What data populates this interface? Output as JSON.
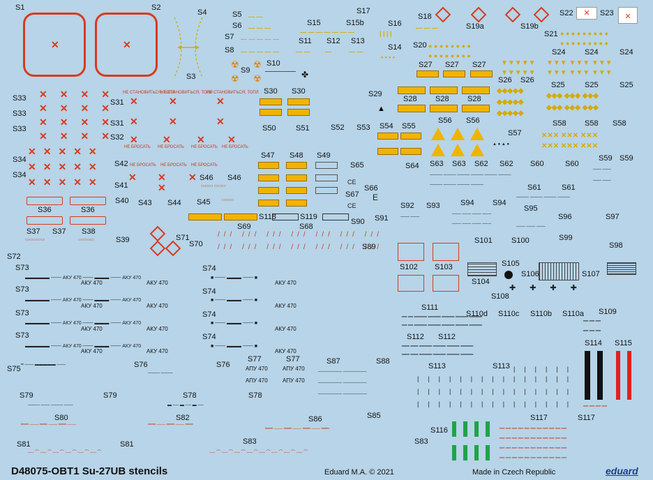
{
  "labels": {
    "s1": "S1",
    "s2": "S2",
    "s3": "S3",
    "s4": "S4",
    "s5": "S5",
    "s6": "S6",
    "s7": "S7",
    "s8": "S8",
    "s9": "S9",
    "s10": "S10",
    "s11": "S11",
    "s12": "S12",
    "s13": "S13",
    "s14": "S14",
    "s15": "S15",
    "s15b": "S15b",
    "s16": "S16",
    "s17": "S17",
    "s18": "S18",
    "s19a": "S19a",
    "s19b": "S19b",
    "s20": "S20",
    "s21": "S21",
    "s22": "S22",
    "s23": "S23",
    "s24": "S24",
    "s25": "S25",
    "s26": "S26",
    "s27": "S27",
    "s28": "S28",
    "s29": "S29",
    "s30": "S30",
    "s31": "S31",
    "s32": "S32",
    "s33": "S33",
    "s34": "S34",
    "s36": "S36",
    "s37": "S37",
    "s38": "S38",
    "s39": "S39",
    "s40": "S40",
    "s41": "S41",
    "s42": "S42",
    "s43": "S43",
    "s44": "S44",
    "s45": "S45",
    "s46": "S46",
    "s47": "S47",
    "s48": "S48",
    "s49": "S49",
    "s50": "S50",
    "s51": "S51",
    "s52": "S52",
    "s53": "S53",
    "s54": "S54",
    "s55": "S55",
    "s56": "S56",
    "s57": "S57",
    "s58": "S58",
    "s59": "S59",
    "s60": "S60",
    "s61": "S61",
    "s62": "S62",
    "s63": "S63",
    "s64": "S64",
    "s65": "S65",
    "s66": "S66",
    "s67": "S67",
    "s68": "S68",
    "s69": "S69",
    "s70": "S70",
    "s71": "S71",
    "s72": "S72",
    "s73": "S73",
    "s74": "S74",
    "s75": "S75",
    "s76": "S76",
    "s77": "S77",
    "s78": "S78",
    "s79": "S79",
    "s80": "S80",
    "s81": "S81",
    "s82": "S82",
    "s83": "S83",
    "s85": "S85",
    "s86": "S86",
    "s87": "S87",
    "s88": "S88",
    "s89": "S89",
    "s90": "S90",
    "s91": "S91",
    "s92": "S92",
    "s93": "S93",
    "s94": "S94",
    "s95": "S95",
    "s96": "S96",
    "s97": "S97",
    "s98": "S98",
    "s99": "S99",
    "s100": "S100",
    "s101": "S101",
    "s102": "S102",
    "s103": "S103",
    "s104": "S104",
    "s105": "S105",
    "s106": "S106",
    "s107": "S107",
    "s108": "S108",
    "s109": "S109",
    "s110a": "S110a",
    "s110b": "S110b",
    "s110c": "S110c",
    "s110d": "S110d",
    "s111": "S111",
    "s112": "S112",
    "s113": "S113",
    "s114": "S114",
    "s115": "S115",
    "s116": "S116",
    "s117": "S117",
    "s118": "S118",
    "s119": "S119"
  },
  "decal_text": {
    "aku": "АКУ 470",
    "apu": "АПУ 470",
    "ne_stanovitsya": "НЕ СТАНОВИТЬСЯ, ТОПЛ",
    "ne_brosat": "НЕ БРОСАТЬ"
  },
  "footer": {
    "title": "D48075-OBT1 Su-27UB stencils",
    "copyright": "Eduard M.A. © 2021",
    "made_in": "Made in Czech Republic",
    "brand": "eduard"
  },
  "colors": {
    "sheet_bg": "#b7d4e8",
    "stencil_red": "#d83a1d",
    "stencil_yellow": "#f0b400",
    "stencil_black": "#111111",
    "stencil_green": "#22a24a",
    "brand_blue": "#1d3c8c"
  }
}
